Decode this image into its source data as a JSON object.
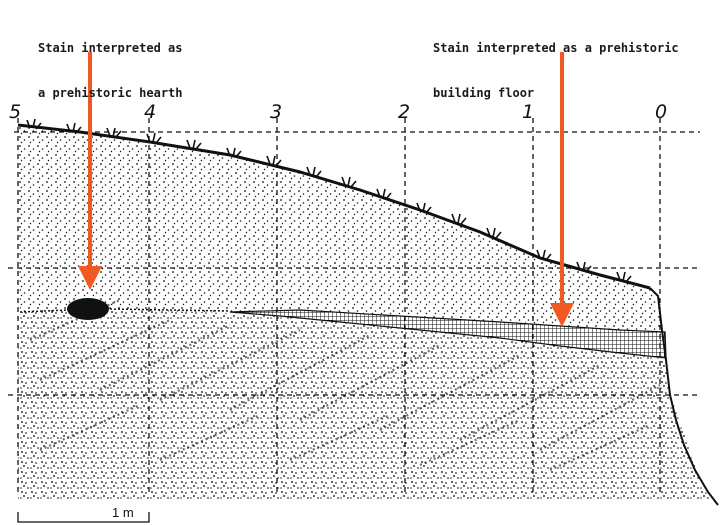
{
  "annotations": {
    "hearth": {
      "line1": "Stain interpreted as",
      "line2": "a prehistoric hearth"
    },
    "floor": {
      "line1": "Stain interpreted as a prehistoric",
      "line2": "building floor"
    }
  },
  "grid_labels": [
    "5",
    "4",
    "3",
    "2",
    "1",
    "0"
  ],
  "scale_bar": {
    "label": "1 m"
  },
  "colors": {
    "arrow": "#f05a22",
    "ink": "#111111",
    "background": "#ffffff"
  }
}
